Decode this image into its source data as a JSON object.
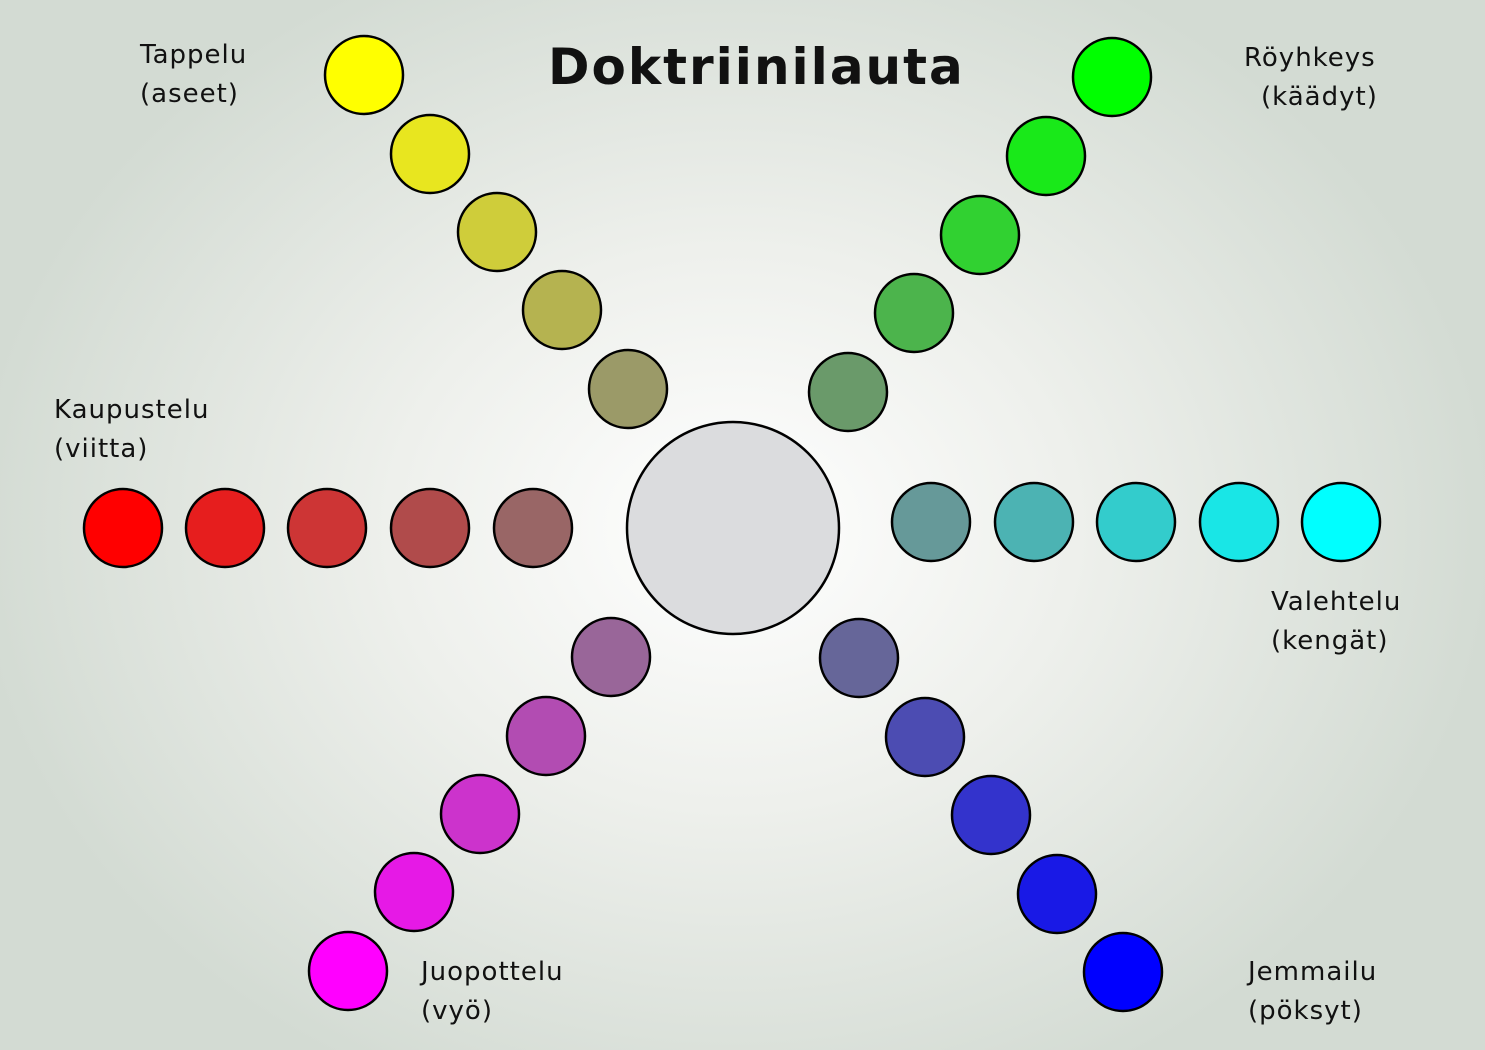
{
  "title": "Doktriinilauta",
  "center": {
    "fill": "#dbdcde"
  },
  "arms": [
    {
      "name": "Tappelu",
      "item": "(aseet)",
      "colors": [
        "#ffff00",
        "#e8e61f",
        "#cfcd3a",
        "#b5b350",
        "#9b9a68"
      ]
    },
    {
      "name": "Röyhkeys",
      "item": "(käädyt)",
      "colors": [
        "#00ff00",
        "#19e919",
        "#31d131",
        "#4cb44c",
        "#6a9a6a"
      ]
    },
    {
      "name": "Kaupustelu",
      "item": "(viitta)",
      "colors": [
        "#ff0000",
        "#e61e1e",
        "#cd3535",
        "#b04b4b",
        "#996666"
      ]
    },
    {
      "name": "Valehtelu",
      "item": "(kengät)",
      "colors": [
        "#00ffff",
        "#19e6e6",
        "#33cccc",
        "#4cb3b3",
        "#669999"
      ]
    },
    {
      "name": "Juopottelu",
      "item": "(vyö)",
      "colors": [
        "#ff00ff",
        "#e619e6",
        "#cc33cc",
        "#b24cb2",
        "#996699"
      ]
    },
    {
      "name": "Jemmailu",
      "item": "(pöksyt)",
      "colors": [
        "#0000ff",
        "#1919e6",
        "#3333cc",
        "#4c4cb2",
        "#666699"
      ]
    }
  ]
}
